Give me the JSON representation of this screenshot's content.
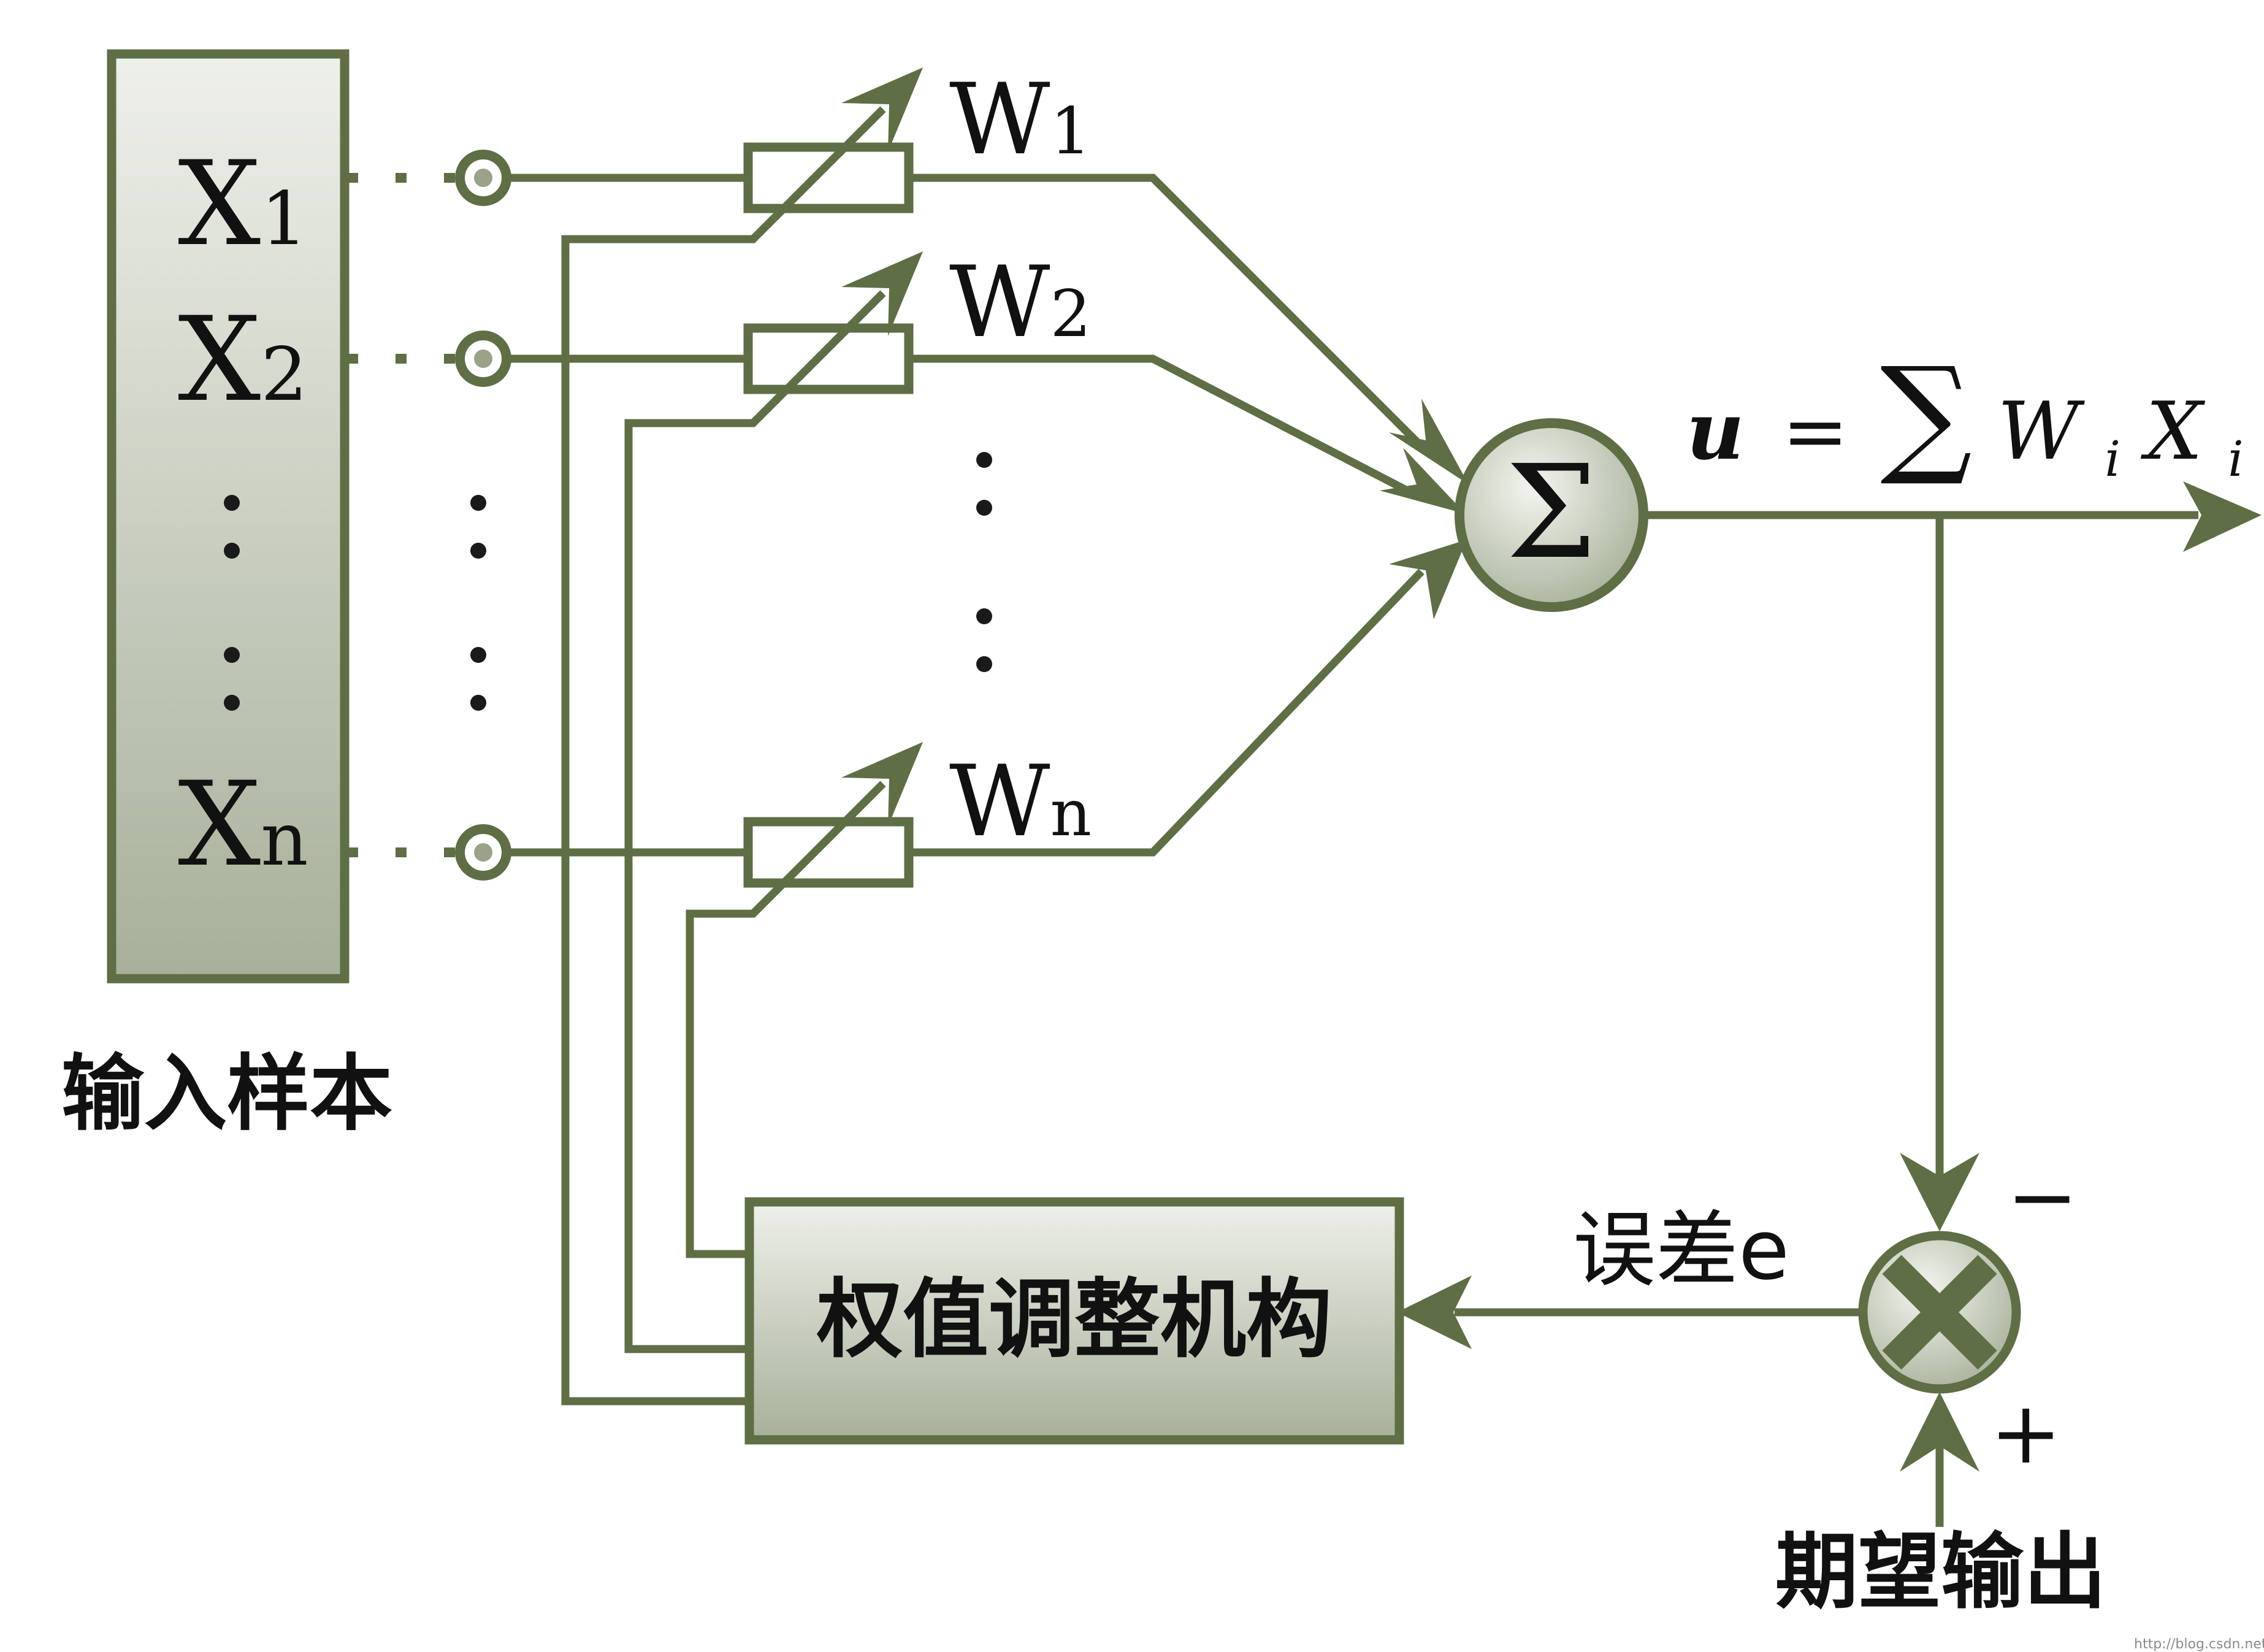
{
  "input_box": {
    "rows": [
      {
        "base": "X",
        "sub": "1"
      },
      {
        "base": "X",
        "sub": "2"
      },
      {
        "base": "X",
        "sub": "n"
      }
    ],
    "caption": "输入样本"
  },
  "weights": [
    {
      "base": "W",
      "sub": "1"
    },
    {
      "base": "W",
      "sub": "2"
    },
    {
      "base": "W",
      "sub": "n"
    }
  ],
  "summation": {
    "symbol": "Σ",
    "formula": {
      "lhs": "u",
      "eq": "=",
      "op": "∑",
      "w": "W",
      "wi": "i",
      "x": "X",
      "xi": "i"
    }
  },
  "adjuster": {
    "label": "权值调整机构"
  },
  "error": {
    "label": "误差e"
  },
  "comparator": {
    "minus": "−",
    "plus": "+"
  },
  "desired_output": {
    "label": "期望输出"
  },
  "watermark": "http://blog.csdn.net/",
  "colors": {
    "wire": "#5f6e45",
    "fill_top": "#eef0ea",
    "fill_bottom": "#a7b09a"
  }
}
